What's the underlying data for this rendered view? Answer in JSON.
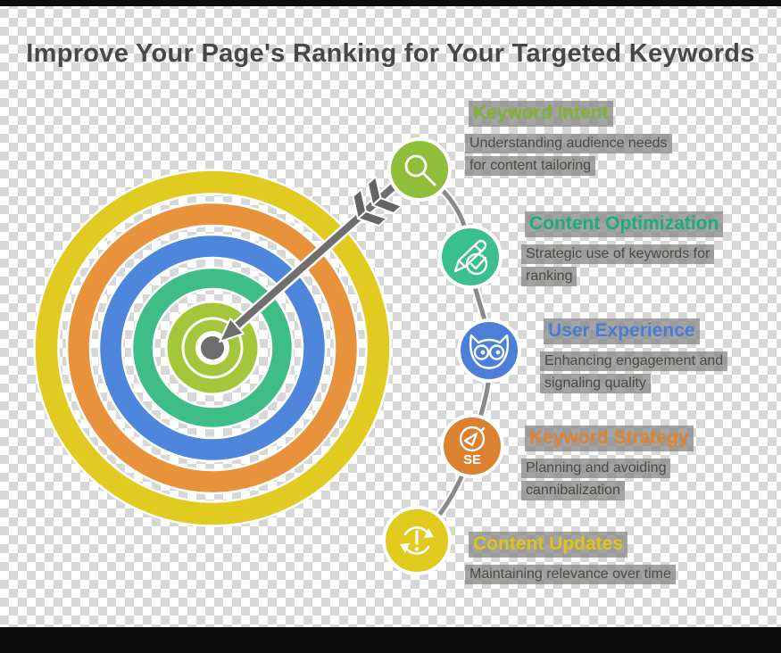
{
  "title": "Improve Your Page's Ranking for Your Targeted Keywords",
  "text_color": "#474747",
  "timeline": {
    "items": [
      {
        "label": "Keyword Intent",
        "desc_lines": [
          "Understanding audience needs",
          "for content tailoring"
        ],
        "accent": "#7EB52B",
        "icon": "magnifier-icon",
        "icon_bg": "#8FBF3A"
      },
      {
        "label": "Content Optimization",
        "desc_lines": [
          "Strategic use of keywords for",
          "ranking"
        ],
        "accent": "#1CAD7C",
        "icon": "pencil-check-icon",
        "icon_bg": "#3BBF8D"
      },
      {
        "label": "User Experience",
        "desc_lines": [
          "Enhancing engagement and",
          "signaling quality"
        ],
        "accent": "#4A7CD9",
        "icon": "owl-icon",
        "icon_bg": "#4C80D8"
      },
      {
        "label": "Keyword Strategy",
        "desc_lines": [
          "Planning and avoiding",
          "cannibalization"
        ],
        "accent": "#DC8430",
        "icon": "compass-icon",
        "icon_label": "SE",
        "icon_bg": "#DB812F"
      },
      {
        "label": "Content Updates",
        "desc_lines": [
          "Maintaining relevance over time"
        ],
        "accent": "#E2C414",
        "icon": "refresh-alert-icon",
        "icon_bg": "#E0CA1E"
      }
    ]
  },
  "target": {
    "rings": [
      {
        "name": "outer-ring",
        "color": "#E2CB20"
      },
      {
        "name": "ring-2",
        "color": "#E8923C"
      },
      {
        "name": "ring-3",
        "color": "#4E86DB"
      },
      {
        "name": "ring-4",
        "color": "#3EBD87"
      },
      {
        "name": "bullseye",
        "color": "#A4C63B"
      }
    ],
    "arrow_color": "#6E6E6E",
    "connector_color": "#8A8A8A"
  }
}
